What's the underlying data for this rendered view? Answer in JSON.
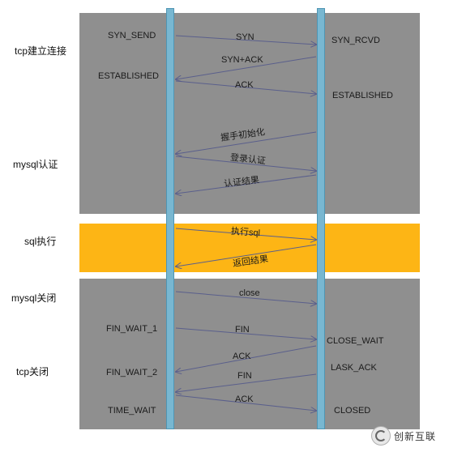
{
  "sections": {
    "tcp_connect": "tcp建立连接",
    "mysql_auth": "mysql认证",
    "sql_exec": "sql执行",
    "mysql_close": "mysql关闭",
    "tcp_close": "tcp关闭"
  },
  "client_states": {
    "syn_send": "SYN_SEND",
    "established": "ESTABLISHED",
    "fin_wait_1": "FIN_WAIT_1",
    "fin_wait_2": "FIN_WAIT_2",
    "time_wait": "TIME_WAIT"
  },
  "server_states": {
    "syn_rcvd": "SYN_RCVD",
    "established": "ESTABLISHED",
    "close_wait": "CLOSE_WAIT",
    "lask_ack": "LASK_ACK",
    "closed": "CLOSED"
  },
  "messages": {
    "syn": "SYN",
    "syn_ack": "SYN+ACK",
    "ack1": "ACK",
    "handshake_init": "握手初始化",
    "login_auth": "登录认证",
    "auth_result": "认证结果",
    "exec_sql": "执行sql",
    "return_result": "返回结果",
    "close": "close",
    "fin1": "FIN",
    "ack2": "ACK",
    "fin2": "FIN",
    "ack3": "ACK"
  },
  "watermark": {
    "text": "创新互联"
  },
  "colors": {
    "gray_panel": "#8f8f8f",
    "orange_panel": "#fdb515",
    "pole": "#78b7d1",
    "arrow": "#5a5f8c"
  }
}
